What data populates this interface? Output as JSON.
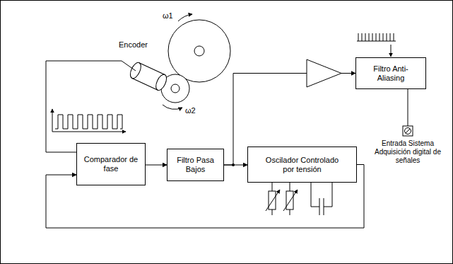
{
  "diagram": {
    "nodes": [
      {
        "text": [
          "Comparador de fase"
        ]
      },
      {
        "text": [
          "Filtro Pasa Bajos"
        ]
      },
      {
        "text": [
          "Oscilador Controlado por tensión"
        ]
      },
      {
        "text": [
          "Filtro Anti-Aliasing"
        ]
      }
    ],
    "edges": [
      {
        "from": 0,
        "to": 1,
        "arrow": "to"
      },
      {
        "from": 1,
        "to": 2,
        "arrow": "to"
      },
      {
        "from": 2,
        "to": 0,
        "arrow": "to"
      },
      {
        "from": 1,
        "to": 3,
        "arrow": "to"
      }
    ],
    "labels": [
      "Encoder",
      "ω1",
      "ω2",
      "Entrada Sistema Adquisición digital de señales"
    ]
  }
}
